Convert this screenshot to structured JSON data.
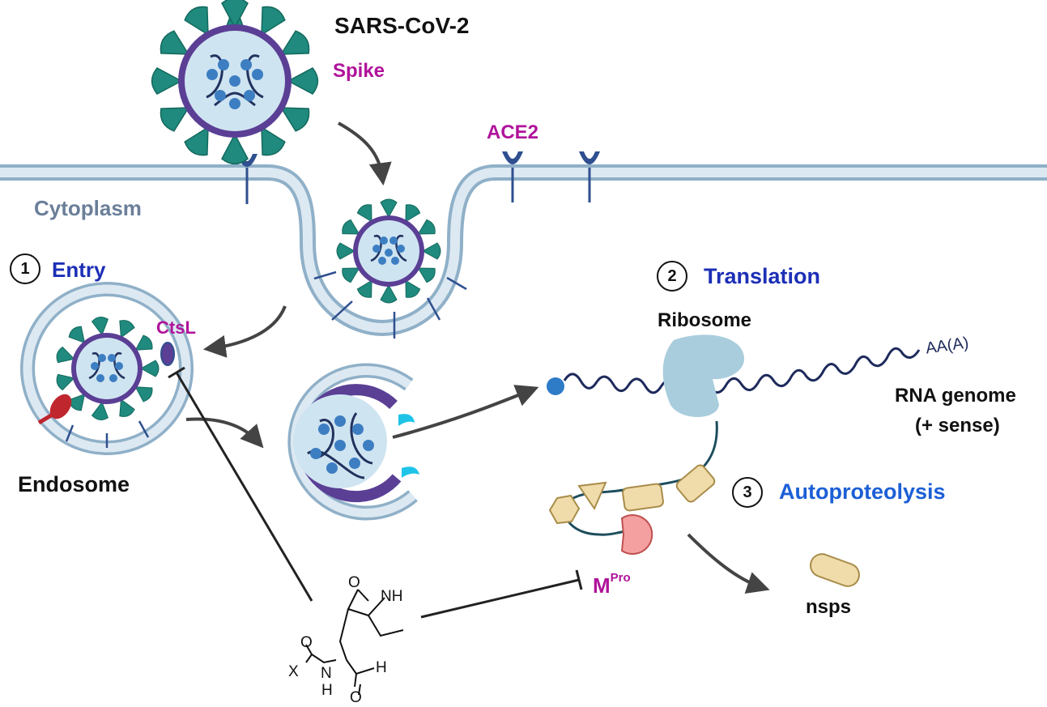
{
  "labels": {
    "virus": "SARS-CoV-2",
    "spike": "Spike",
    "ace2": "ACE2",
    "cytoplasm": "Cytoplasm",
    "endosome": "Endosome",
    "ctsl": "CtsL",
    "ribosome": "Ribosome",
    "rna_genome_line1": "RNA genome",
    "rna_genome_line2": "(+ sense)",
    "poly_a": "AA(A)",
    "mpro_main": "M",
    "mpro_sup": "Pro",
    "nsps": "nsps"
  },
  "steps": [
    {
      "number": "1",
      "label": "Entry"
    },
    {
      "number": "2",
      "label": "Translation"
    },
    {
      "number": "3",
      "label": "Autoproteolysis"
    }
  ],
  "molecule": {
    "atom_o1": "O",
    "atom_nh_ring": "NH",
    "atom_o2": "O",
    "atom_x": "X",
    "atom_n": "N",
    "atom_h_amide": "H",
    "atom_h_ald": "H",
    "atom_o3": "O"
  },
  "colors": {
    "membrane": "#b9cfe0",
    "membrane_edge": "#8fb0c8",
    "spike": "#1f8a7d",
    "virus_shell": "#5a3f95",
    "virus_inner": "#cfe4f1",
    "receptor": "#2f4f8f",
    "label_magenta": "#b0139b",
    "label_blue": "#1c2fb6",
    "label_grey": "#6b7f99",
    "protein_tan": "#f0dcaa",
    "mpro_pink": "#f5a0a0",
    "cathepsin_red": "#c0262e",
    "ribosome": "#a9cddc"
  }
}
